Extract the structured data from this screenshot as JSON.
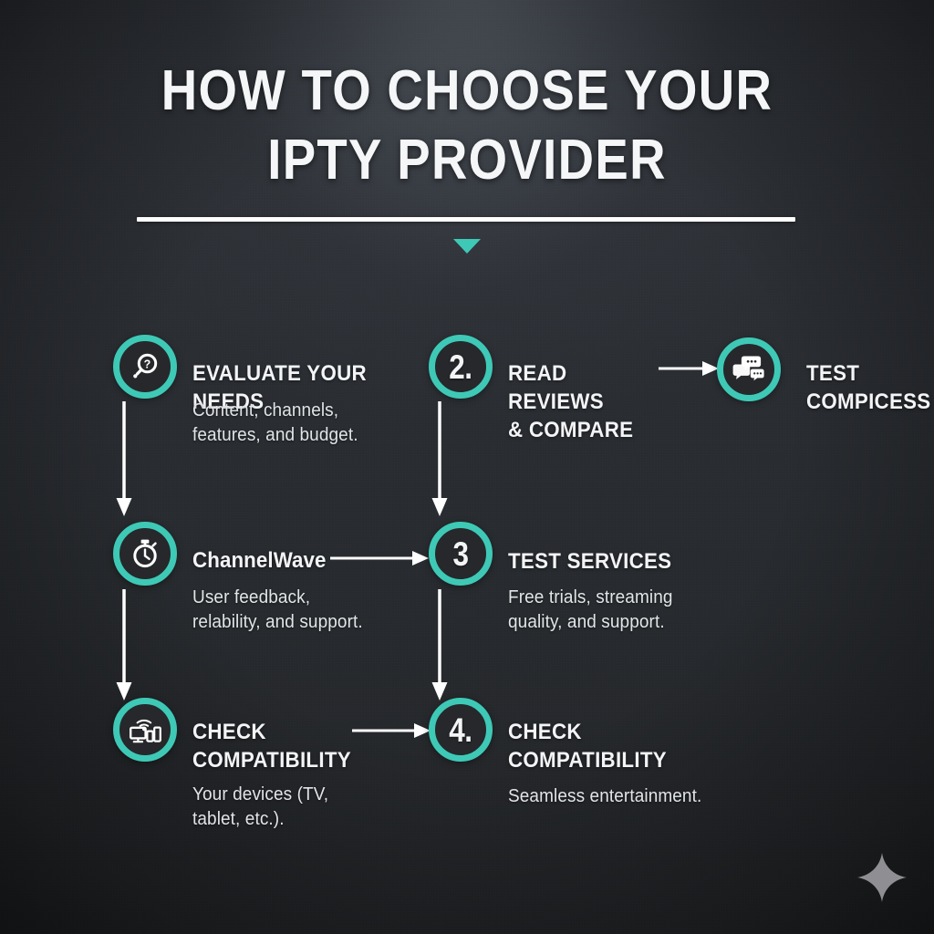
{
  "header": {
    "title_line1": "HOW TO CHOOSE YOUR",
    "title_line2": "IPTY PROVIDER",
    "divider": "horizontal-rule",
    "caret": "down-caret"
  },
  "theme": {
    "accent": "#3ec9b6",
    "background": "#26282c",
    "heading_text": "#f2f4f6",
    "body_text": "#e2e5e7",
    "connector": "#ffffff",
    "watermark": "#9a9a9e"
  },
  "steps": [
    {
      "id": "evaluate-your-needs",
      "marker": "icon",
      "icon": "magnifier-question-icon",
      "heading": "EVALUATE YOUR NEEDS",
      "body": "Content, channels,\nfeatures, and budget."
    },
    {
      "id": "read-reviews-compare",
      "marker": "number",
      "number": "2.",
      "heading": "READ REVIEWS\n& COMPARE",
      "body": ""
    },
    {
      "id": "test-compicess",
      "marker": "icon",
      "icon": "speech-bubbles-icon",
      "heading": "TEST\nCOMPICESS",
      "body": ""
    },
    {
      "id": "channelwave",
      "marker": "icon",
      "icon": "stopwatch-icon",
      "heading": "ChannelWave",
      "body": "User feedback,\nrelability, and support."
    },
    {
      "id": "test-services",
      "marker": "number",
      "number": "3",
      "heading": "TEST SERVICES",
      "body": "Free trials, streaming\nquality, and support."
    },
    {
      "id": "check-compatibility-devices",
      "marker": "icon",
      "icon": "multi-device-wifi-icon",
      "heading": "CHECK\nCOMPATIBILITY",
      "body": "Your devices (TV,\n tablet, etc.)."
    },
    {
      "id": "check-compatibility-seamless",
      "marker": "number",
      "number": "4.",
      "heading": "CHECK\nCOMPATIBILITY",
      "body": "Seamless entertainment."
    }
  ],
  "connectors": [
    {
      "id": "arrow-down-left-1",
      "direction": "down"
    },
    {
      "id": "arrow-down-left-2",
      "direction": "down"
    },
    {
      "id": "arrow-down-right-1",
      "direction": "down"
    },
    {
      "id": "arrow-down-right-2",
      "direction": "down"
    },
    {
      "id": "arrow-right-reviews-to-bubbles",
      "direction": "right"
    },
    {
      "id": "arrow-right-channelwave-to-test",
      "direction": "right"
    },
    {
      "id": "arrow-right-devices-to-seamless",
      "direction": "right"
    }
  ],
  "watermark": {
    "icon": "sparkle-icon"
  }
}
